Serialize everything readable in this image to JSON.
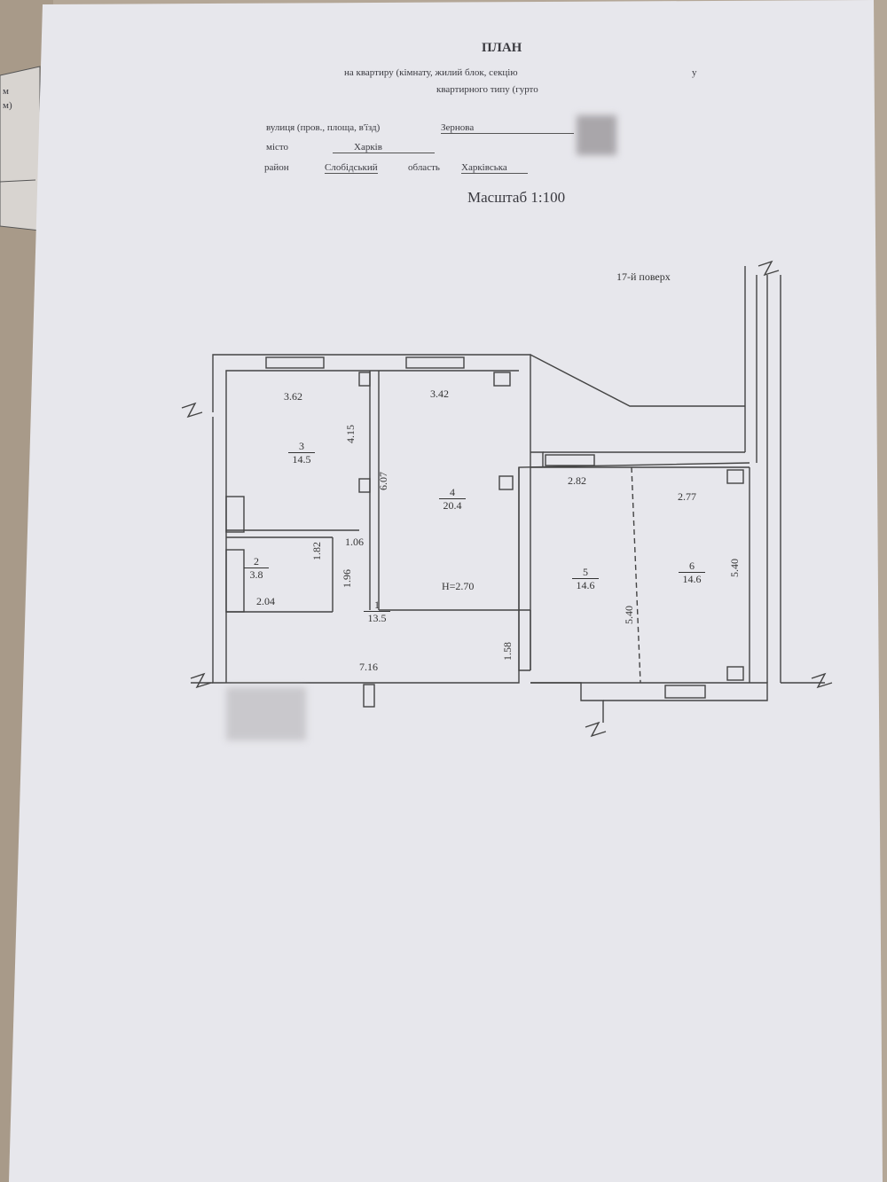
{
  "header": {
    "title": "ПЛАН",
    "subtitle_line1": "на квартиру (кімнату, жилий блок, секцію",
    "subtitle_line1_end": "у",
    "subtitle_line2": "квартирного типу (гурто",
    "street_label": "вулиця (пров., площа, в'їзд)",
    "street_value": "Зернова",
    "city_label": "місто",
    "city_value": "Харків",
    "district_label": "район",
    "district_value": "Слобідський",
    "region_label": "область",
    "region_value": "Харківська",
    "scale": "Масштаб 1:100"
  },
  "side_sheet": {
    "line1": "м",
    "line2": "м)"
  },
  "plan": {
    "floor": "17-й поверх",
    "ceiling_height": "H=2.70",
    "rooms": [
      {
        "number": "1",
        "area": "13.5"
      },
      {
        "number": "2",
        "area": "3.8"
      },
      {
        "number": "3",
        "area": "14.5"
      },
      {
        "number": "4",
        "area": "20.4"
      },
      {
        "number": "5",
        "area": "14.6"
      },
      {
        "number": "6",
        "area": "14.6"
      }
    ],
    "dimensions": {
      "d362": "3.62",
      "d342": "3.42",
      "d415": "4.15",
      "d607": "6.07",
      "d106": "1.06",
      "d182": "1.82",
      "d196": "1.96",
      "d204": "2.04",
      "d716": "7.16",
      "d158": "1.58",
      "d282": "2.82",
      "d277": "2.77",
      "d540a": "5.40",
      "d540b": "5.40"
    }
  }
}
